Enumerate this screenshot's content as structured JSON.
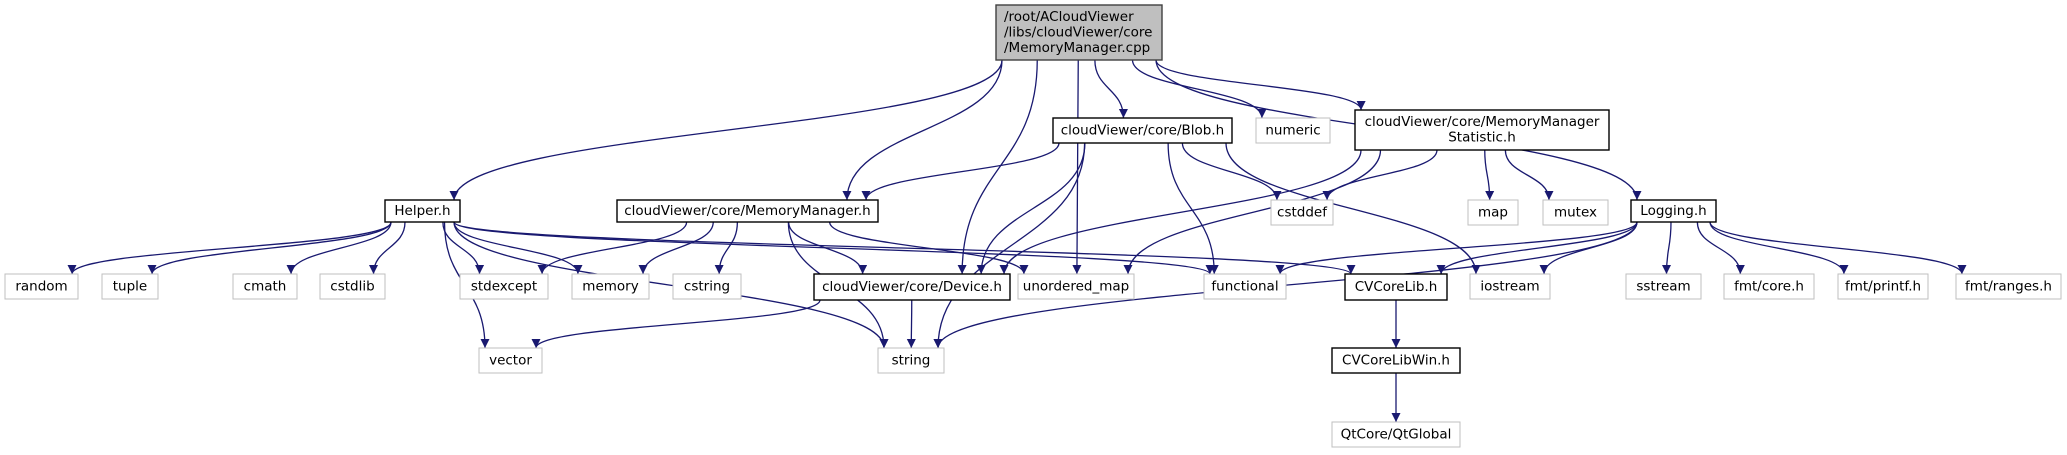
{
  "title": "Include dependency graph for MemoryManager.cpp",
  "colors": {
    "edge": "#191970",
    "root_fill": "#bfbfbf",
    "root_border": "#404040",
    "doc_border": "#000000",
    "external_border": "#bfbfbf",
    "node_fill": "#ffffff"
  },
  "nodes": [
    {
      "id": "root",
      "lines": [
        "/root/ACloudViewer",
        "/libs/cloudViewer/core",
        "/MemoryManager.cpp"
      ],
      "kind": "root"
    },
    {
      "id": "helper",
      "lines": [
        "Helper.h"
      ],
      "kind": "documented"
    },
    {
      "id": "memmgr",
      "lines": [
        "cloudViewer/core/MemoryManager.h"
      ],
      "kind": "documented"
    },
    {
      "id": "blob",
      "lines": [
        "cloudViewer/core/Blob.h"
      ],
      "kind": "documented"
    },
    {
      "id": "numeric",
      "lines": [
        "numeric"
      ],
      "kind": "external"
    },
    {
      "id": "memstat",
      "lines": [
        "cloudViewer/core/MemoryManager",
        "Statistic.h"
      ],
      "kind": "documented"
    },
    {
      "id": "logging",
      "lines": [
        "Logging.h"
      ],
      "kind": "documented"
    },
    {
      "id": "cstddef",
      "lines": [
        "cstddef"
      ],
      "kind": "external"
    },
    {
      "id": "map",
      "lines": [
        "map"
      ],
      "kind": "external"
    },
    {
      "id": "mutex",
      "lines": [
        "mutex"
      ],
      "kind": "external"
    },
    {
      "id": "random",
      "lines": [
        "random"
      ],
      "kind": "external"
    },
    {
      "id": "tuple",
      "lines": [
        "tuple"
      ],
      "kind": "external"
    },
    {
      "id": "cmath",
      "lines": [
        "cmath"
      ],
      "kind": "external"
    },
    {
      "id": "cstdlib",
      "lines": [
        "cstdlib"
      ],
      "kind": "external"
    },
    {
      "id": "stdexcept",
      "lines": [
        "stdexcept"
      ],
      "kind": "external"
    },
    {
      "id": "memory",
      "lines": [
        "memory"
      ],
      "kind": "external"
    },
    {
      "id": "cstring",
      "lines": [
        "cstring"
      ],
      "kind": "external"
    },
    {
      "id": "device",
      "lines": [
        "cloudViewer/core/Device.h"
      ],
      "kind": "documented"
    },
    {
      "id": "unordered_map",
      "lines": [
        "unordered_map"
      ],
      "kind": "external"
    },
    {
      "id": "functional",
      "lines": [
        "functional"
      ],
      "kind": "external"
    },
    {
      "id": "cvcorelib",
      "lines": [
        "CVCoreLib.h"
      ],
      "kind": "documented"
    },
    {
      "id": "iostream",
      "lines": [
        "iostream"
      ],
      "kind": "external"
    },
    {
      "id": "sstream",
      "lines": [
        "sstream"
      ],
      "kind": "external"
    },
    {
      "id": "fmtcore",
      "lines": [
        "fmt/core.h"
      ],
      "kind": "external"
    },
    {
      "id": "fmtprintf",
      "lines": [
        "fmt/printf.h"
      ],
      "kind": "external"
    },
    {
      "id": "fmtranges",
      "lines": [
        "fmt/ranges.h"
      ],
      "kind": "external"
    },
    {
      "id": "vector",
      "lines": [
        "vector"
      ],
      "kind": "external"
    },
    {
      "id": "string",
      "lines": [
        "string"
      ],
      "kind": "external"
    },
    {
      "id": "cvcorelibwin",
      "lines": [
        "CVCoreLibWin.h"
      ],
      "kind": "documented"
    },
    {
      "id": "qtglobal",
      "lines": [
        "QtCore/QtGlobal"
      ],
      "kind": "external"
    }
  ],
  "edges": [
    [
      "root",
      "helper"
    ],
    [
      "root",
      "memmgr"
    ],
    [
      "root",
      "device"
    ],
    [
      "root",
      "unordered_map"
    ],
    [
      "root",
      "blob"
    ],
    [
      "root",
      "numeric"
    ],
    [
      "root",
      "memstat"
    ],
    [
      "root",
      "logging"
    ],
    [
      "helper",
      "random"
    ],
    [
      "helper",
      "tuple"
    ],
    [
      "helper",
      "cmath"
    ],
    [
      "helper",
      "cstdlib"
    ],
    [
      "helper",
      "stdexcept"
    ],
    [
      "helper",
      "memory"
    ],
    [
      "helper",
      "vector"
    ],
    [
      "helper",
      "string"
    ],
    [
      "helper",
      "functional"
    ],
    [
      "helper",
      "cvcorelib"
    ],
    [
      "memmgr",
      "stdexcept"
    ],
    [
      "memmgr",
      "memory"
    ],
    [
      "memmgr",
      "cstring"
    ],
    [
      "memmgr",
      "device"
    ],
    [
      "memmgr",
      "string"
    ],
    [
      "memmgr",
      "unordered_map"
    ],
    [
      "blob",
      "memmgr"
    ],
    [
      "blob",
      "device"
    ],
    [
      "blob",
      "cstddef"
    ],
    [
      "blob",
      "functional"
    ],
    [
      "blob",
      "string"
    ],
    [
      "blob",
      "iostream"
    ],
    [
      "memstat",
      "cstddef"
    ],
    [
      "memstat",
      "map"
    ],
    [
      "memstat",
      "mutex"
    ],
    [
      "memstat",
      "device"
    ],
    [
      "memstat",
      "unordered_map"
    ],
    [
      "device",
      "string"
    ],
    [
      "device",
      "vector"
    ],
    [
      "logging",
      "functional"
    ],
    [
      "logging",
      "cvcorelib"
    ],
    [
      "logging",
      "iostream"
    ],
    [
      "logging",
      "sstream"
    ],
    [
      "logging",
      "fmtcore"
    ],
    [
      "logging",
      "fmtprintf"
    ],
    [
      "logging",
      "fmtranges"
    ],
    [
      "logging",
      "string"
    ],
    [
      "cvcorelib",
      "cvcorelibwin"
    ],
    [
      "cvcorelibwin",
      "qtglobal"
    ]
  ]
}
